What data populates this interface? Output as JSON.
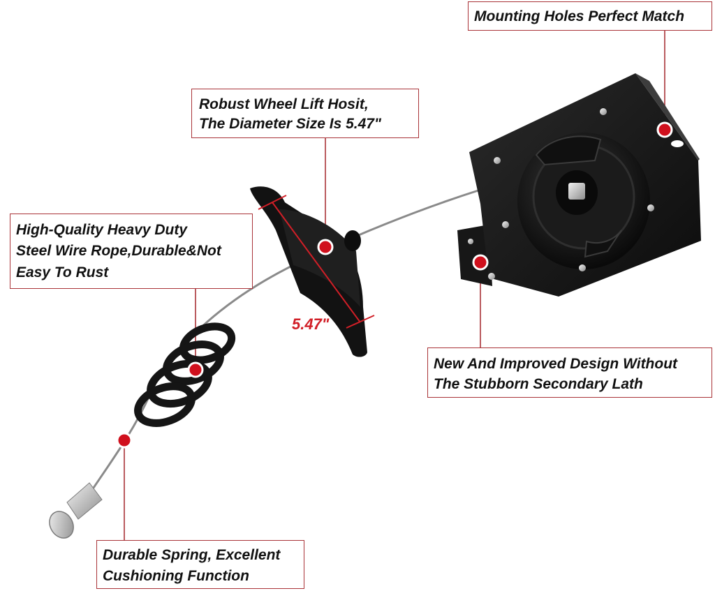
{
  "callouts": {
    "mounting": {
      "lines": [
        "Mounting Holes Perfect Match"
      ]
    },
    "wheel_lift": {
      "lines": [
        "Robust Wheel Lift Hosit,",
        "The Diameter Size Is 5.47\""
      ]
    },
    "wire_rope": {
      "lines": [
        " High-Quality Heavy Duty",
        "Steel Wire Rope,Durable&Not",
        "Easy To Rust"
      ]
    },
    "design": {
      "lines": [
        "New And Improved Design Without",
        "The Stubborn Secondary Lath"
      ]
    },
    "spring": {
      "lines": [
        "Durable Spring, Excellent",
        "Cushioning Function"
      ]
    }
  },
  "dimension_label": "5.47\"",
  "colors": {
    "accent_line": "#a93237",
    "marker": "#d0101d",
    "dimension": "#d11f27",
    "product": "#161616",
    "cable": "#8a8a8a"
  },
  "icons": {
    "marker": "red-dot-marker",
    "winch": "spare-tire-winch",
    "spring": "coil-spring",
    "lift_plate": "wheel-lift-plate"
  }
}
